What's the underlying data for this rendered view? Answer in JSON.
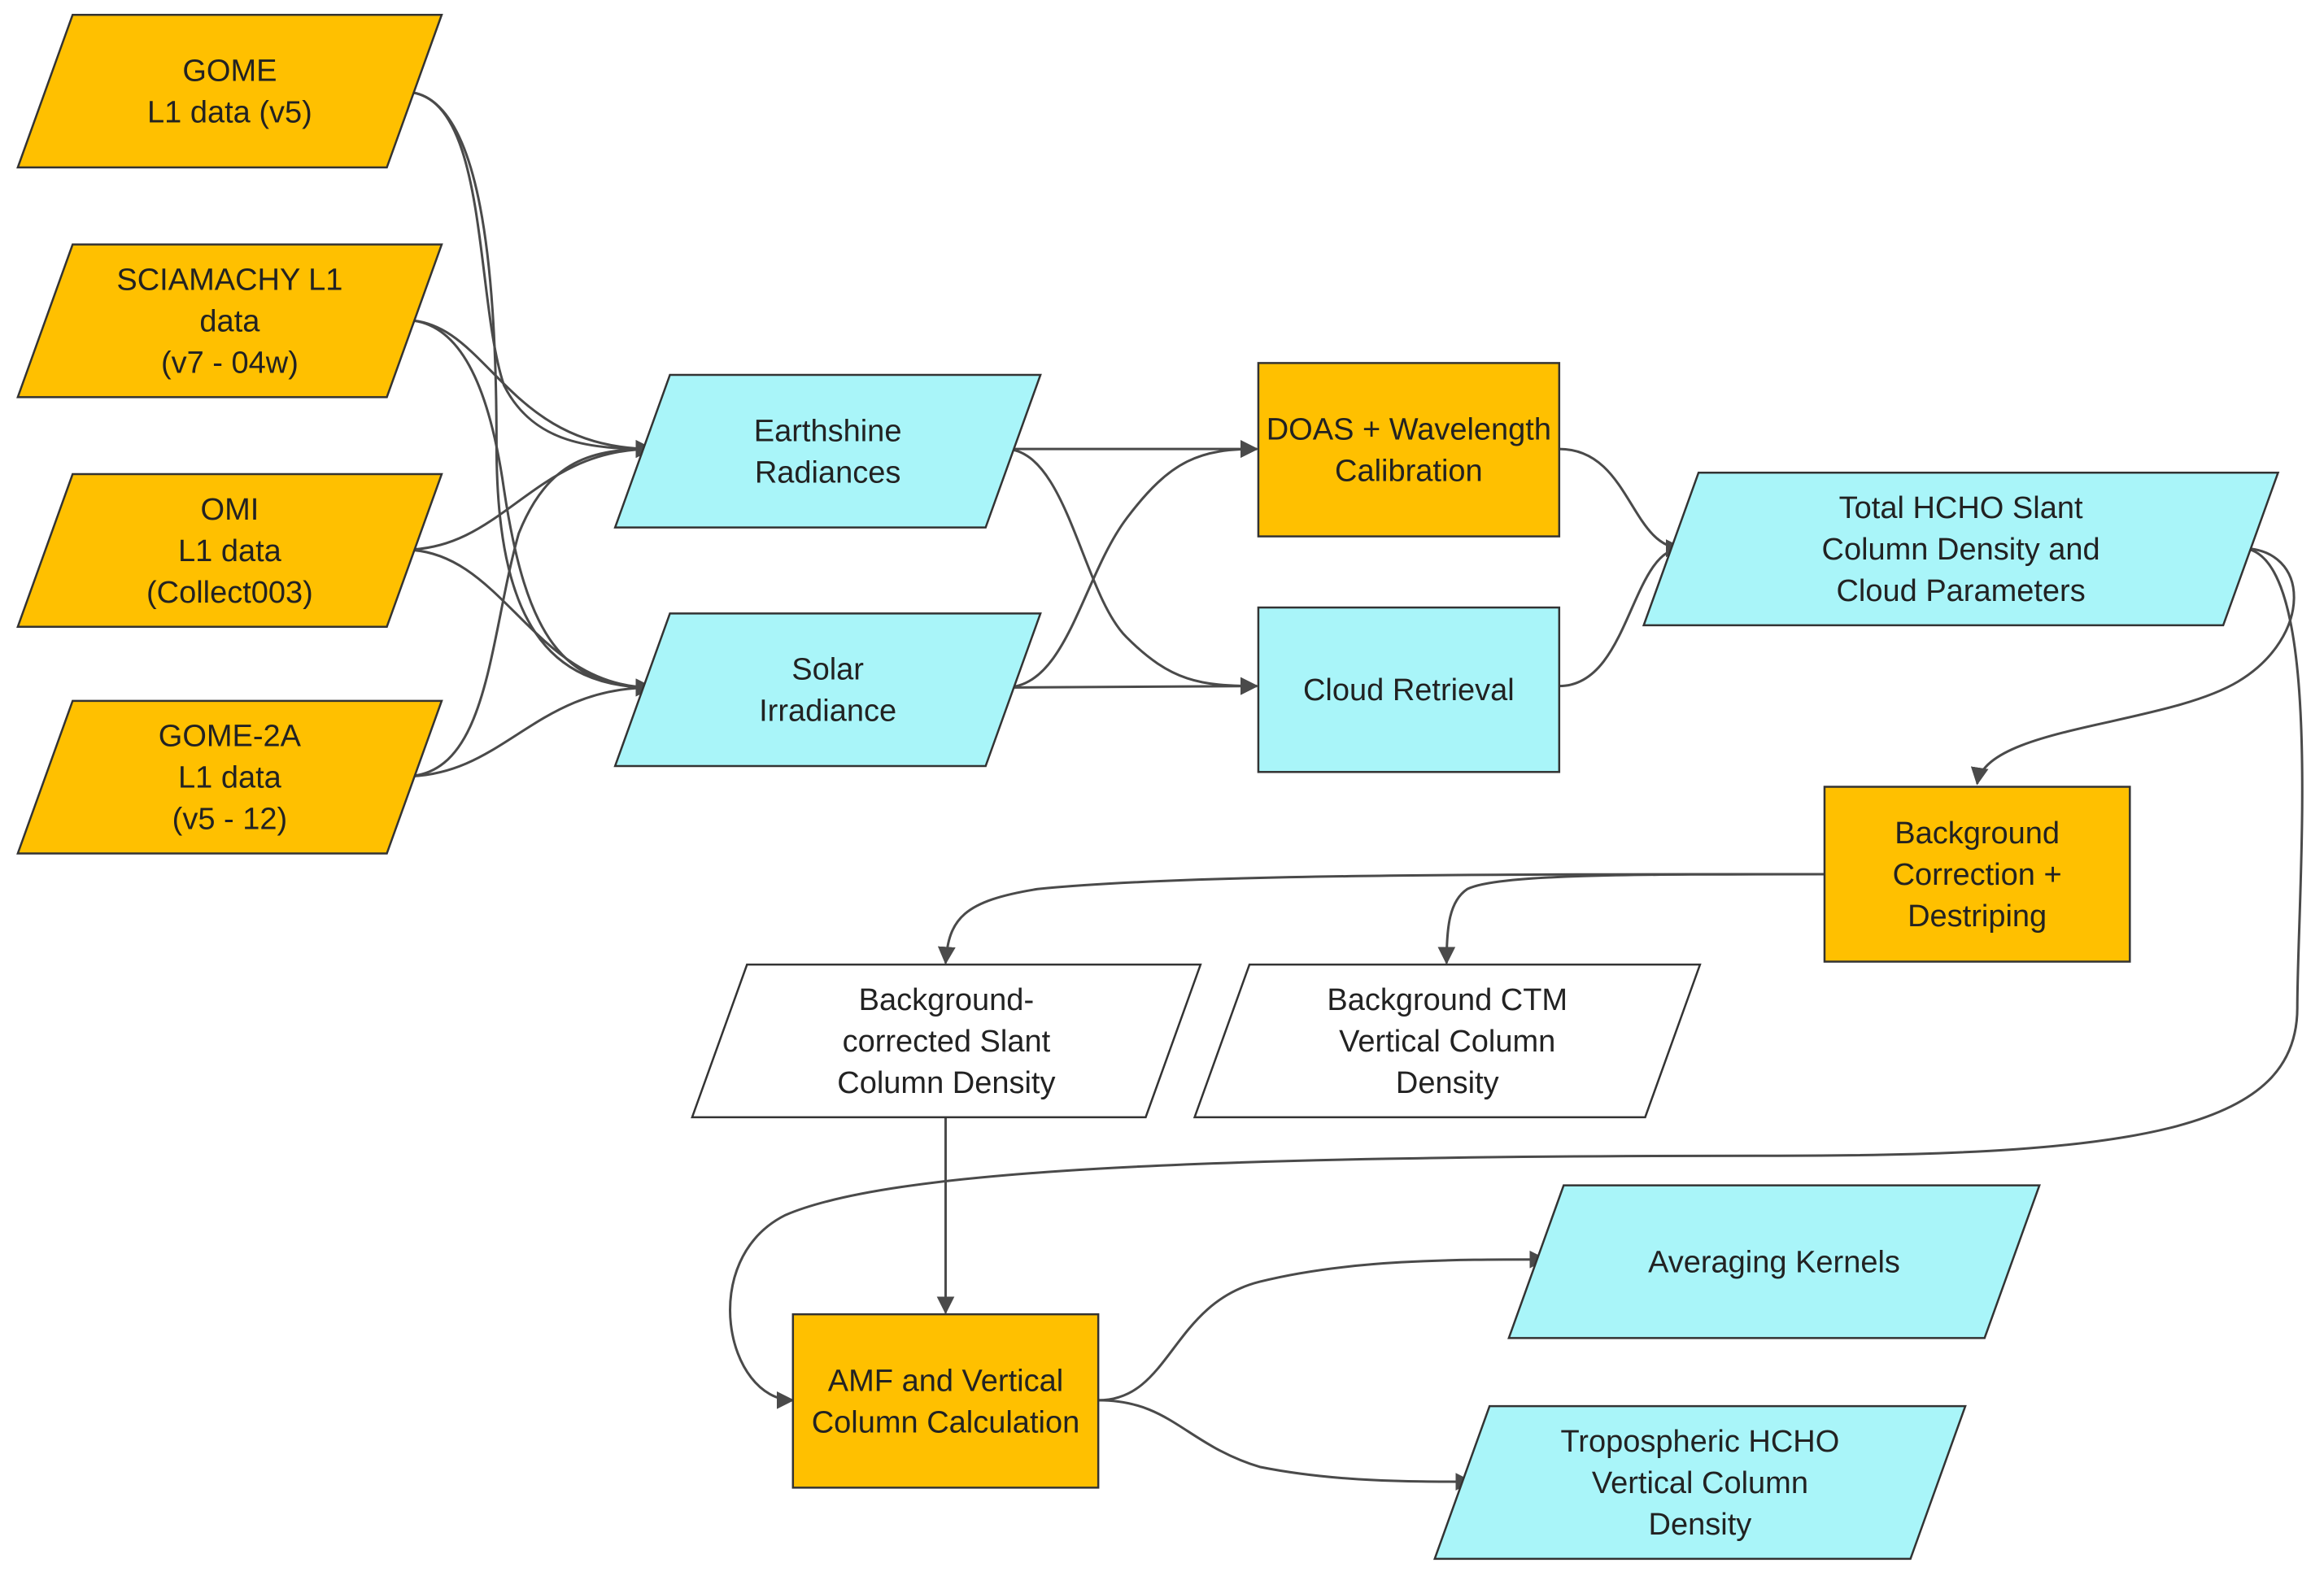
{
  "colors": {
    "process": "#FFC000",
    "data": "#A9F5F9",
    "output_plain": "#FFFFFF",
    "edge": "#4A4A4A",
    "border": "#333333"
  },
  "nodes": {
    "gome": {
      "lines": [
        "GOME",
        "L1 data (v5)"
      ],
      "kind": "input"
    },
    "sciamachy": {
      "lines": [
        "SCIAMACHY L1",
        "data",
        "(v7 - 04w)"
      ],
      "kind": "input"
    },
    "omi": {
      "lines": [
        "OMI",
        "L1 data",
        "(Collect003)"
      ],
      "kind": "input"
    },
    "gome2a": {
      "lines": [
        "GOME-2A",
        "L1 data",
        "(v5 - 12)"
      ],
      "kind": "input"
    },
    "earthshine": {
      "lines": [
        "Earthshine",
        "Radiances"
      ],
      "kind": "data"
    },
    "solar": {
      "lines": [
        "Solar",
        "Irradiance"
      ],
      "kind": "data"
    },
    "doas": {
      "lines": [
        "DOAS + Wavelength",
        "Calibration"
      ],
      "kind": "process"
    },
    "cloud": {
      "lines": [
        "Cloud Retrieval"
      ],
      "kind": "data-process"
    },
    "total": {
      "lines": [
        "Total HCHO Slant",
        "Column Density and",
        "Cloud Parameters"
      ],
      "kind": "data"
    },
    "bgcorr": {
      "lines": [
        "Background",
        "Correction +",
        "Destriping"
      ],
      "kind": "process"
    },
    "bgslant": {
      "lines": [
        "Background-",
        "corrected Slant",
        "Column Density"
      ],
      "kind": "output-plain"
    },
    "bgctm": {
      "lines": [
        "Background CTM",
        "Vertical Column",
        "Density"
      ],
      "kind": "output-plain"
    },
    "amf": {
      "lines": [
        "AMF and Vertical",
        "Column Calculation"
      ],
      "kind": "process"
    },
    "avgk": {
      "lines": [
        "Averaging Kernels"
      ],
      "kind": "data"
    },
    "tropo": {
      "lines": [
        "Tropospheric HCHO",
        "Vertical Column",
        "Density"
      ],
      "kind": "data"
    }
  },
  "edges": [
    [
      "gome",
      "earthshine"
    ],
    [
      "gome",
      "solar"
    ],
    [
      "sciamachy",
      "earthshine"
    ],
    [
      "sciamachy",
      "solar"
    ],
    [
      "omi",
      "earthshine"
    ],
    [
      "omi",
      "solar"
    ],
    [
      "gome2a",
      "earthshine"
    ],
    [
      "gome2a",
      "solar"
    ],
    [
      "earthshine",
      "doas"
    ],
    [
      "earthshine",
      "cloud"
    ],
    [
      "solar",
      "doas"
    ],
    [
      "solar",
      "cloud"
    ],
    [
      "doas",
      "total"
    ],
    [
      "cloud",
      "total"
    ],
    [
      "total",
      "bgcorr"
    ],
    [
      "total",
      "amf"
    ],
    [
      "bgcorr",
      "bgslant"
    ],
    [
      "bgcorr",
      "bgctm"
    ],
    [
      "bgslant",
      "amf"
    ],
    [
      "amf",
      "avgk"
    ],
    [
      "amf",
      "tropo"
    ]
  ]
}
